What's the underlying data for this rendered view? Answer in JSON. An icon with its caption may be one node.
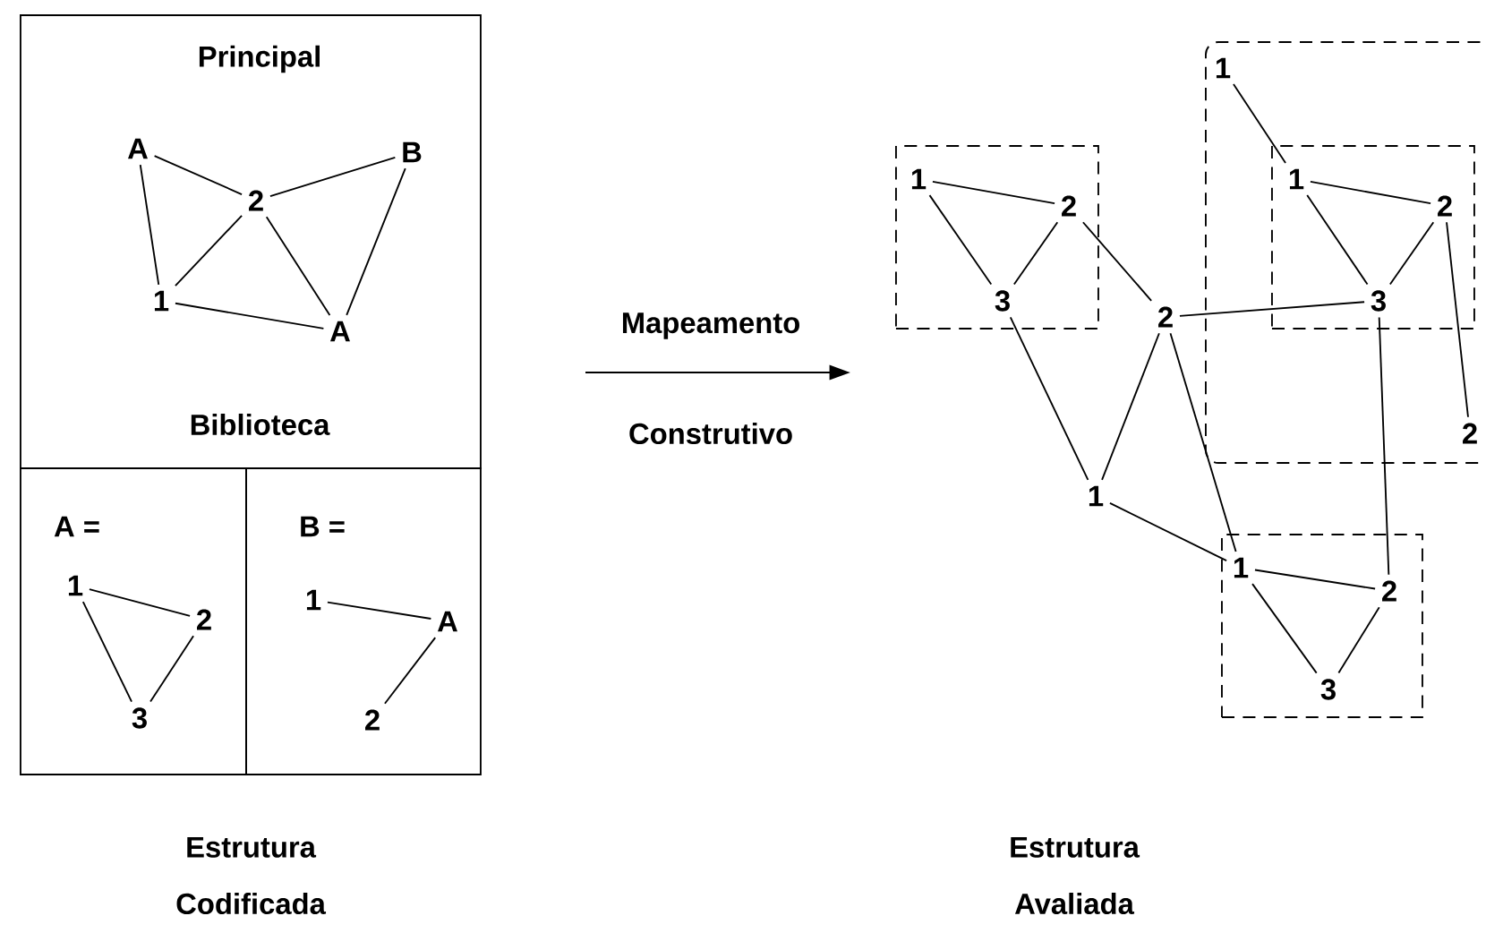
{
  "diagram": {
    "nodes": [
      {
        "text": [
          "Principal",
          "Biblioteca"
        ]
      },
      {
        "text": [
          "A"
        ],
        "in": 0
      },
      {
        "text": [
          "2"
        ],
        "in": 0
      },
      {
        "text": [
          "B"
        ],
        "in": 0
      },
      {
        "text": [
          "1"
        ],
        "in": 0
      },
      {
        "text": [
          "A"
        ],
        "in": 0
      },
      {
        "text": [
          "A ="
        ]
      },
      {
        "text": [
          "1"
        ],
        "in": 6
      },
      {
        "text": [
          "2"
        ],
        "in": 6
      },
      {
        "text": [
          "3"
        ],
        "in": 6
      },
      {
        "text": [
          "B ="
        ]
      },
      {
        "text": [
          "1"
        ],
        "in": 10
      },
      {
        "text": [
          "A"
        ],
        "in": 10
      },
      {
        "text": [
          "2"
        ],
        "in": 10
      },
      {
        "text": [],
        "shape": "box"
      },
      {
        "text": [
          "1"
        ],
        "in": 14
      },
      {
        "text": [],
        "shape": "box"
      },
      {
        "text": [
          "1"
        ],
        "in": 16
      },
      {
        "text": [
          "2"
        ],
        "in": 16
      },
      {
        "text": [
          "3"
        ],
        "in": 16
      },
      {
        "text": [],
        "shape": "box",
        "in": 14
      },
      {
        "text": [
          "1"
        ],
        "in": 20
      },
      {
        "text": [
          "2"
        ],
        "in": 20
      },
      {
        "text": [
          "3"
        ],
        "in": 20
      },
      {
        "text": [
          "2"
        ]
      },
      {
        "text": [
          "2"
        ],
        "in": 14
      },
      {
        "text": [
          "1"
        ]
      },
      {
        "text": [],
        "shape": "box"
      },
      {
        "text": [
          "1"
        ],
        "in": 27
      },
      {
        "text": [
          "2"
        ],
        "in": 27
      },
      {
        "text": [
          "3"
        ],
        "in": 27
      }
    ],
    "edges": [
      {
        "from": 1,
        "to": 2,
        "arrow": "none"
      },
      {
        "from": 1,
        "to": 4,
        "arrow": "none"
      },
      {
        "from": 2,
        "to": 3,
        "arrow": "none"
      },
      {
        "from": 2,
        "to": 4,
        "arrow": "none"
      },
      {
        "from": 2,
        "to": 5,
        "arrow": "none"
      },
      {
        "from": 3,
        "to": 5,
        "arrow": "none"
      },
      {
        "from": 4,
        "to": 5,
        "arrow": "none"
      },
      {
        "from": 7,
        "to": 8,
        "arrow": "none"
      },
      {
        "from": 7,
        "to": 9,
        "arrow": "none"
      },
      {
        "from": 8,
        "to": 9,
        "arrow": "none"
      },
      {
        "from": 11,
        "to": 12,
        "arrow": "none"
      },
      {
        "from": 12,
        "to": 13,
        "arrow": "none"
      },
      {
        "from": 15,
        "to": 21,
        "arrow": "none"
      },
      {
        "from": 17,
        "to": 18,
        "arrow": "none"
      },
      {
        "from": 17,
        "to": 19,
        "arrow": "none"
      },
      {
        "from": 18,
        "to": 19,
        "arrow": "none"
      },
      {
        "from": 18,
        "to": 24,
        "arrow": "none"
      },
      {
        "from": 19,
        "to": 26,
        "arrow": "none"
      },
      {
        "from": 24,
        "to": 26,
        "arrow": "none"
      },
      {
        "from": 24,
        "to": 23,
        "arrow": "none"
      },
      {
        "from": 24,
        "to": 28,
        "arrow": "none"
      },
      {
        "from": 26,
        "to": 28,
        "arrow": "none"
      },
      {
        "from": 21,
        "to": 22,
        "arrow": "none"
      },
      {
        "from": 21,
        "to": 23,
        "arrow": "none"
      },
      {
        "from": 22,
        "to": 23,
        "arrow": "none"
      },
      {
        "from": 22,
        "to": 25,
        "arrow": "none"
      },
      {
        "from": 23,
        "to": 29,
        "arrow": "none"
      },
      {
        "from": 28,
        "to": 29,
        "arrow": "none"
      },
      {
        "from": 28,
        "to": 30,
        "arrow": "none"
      },
      {
        "from": 29,
        "to": 30,
        "arrow": "none"
      }
    ],
    "labels": [
      "Mapeamento",
      "Construtivo",
      "Estrutura Codificada",
      "Estrutura Avaliada"
    ]
  }
}
